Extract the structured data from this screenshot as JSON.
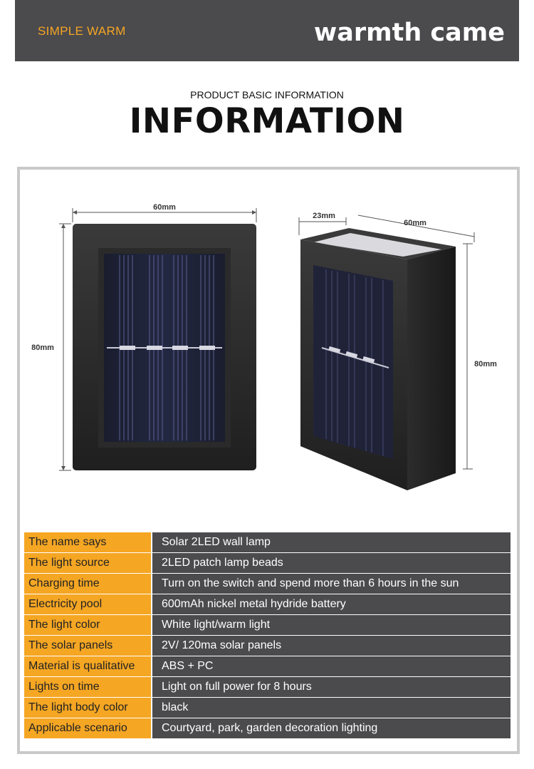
{
  "header": {
    "brand": "SIMPLE WARM",
    "slogan": "warmth came"
  },
  "section": {
    "subtitle": "PRODUCT BASIC INFORMATION",
    "title": "INFORMATION"
  },
  "dimensions": {
    "front_width": "60mm",
    "front_height": "80mm",
    "side_depth": "23mm",
    "side_width": "60mm",
    "side_height": "80mm"
  },
  "specs": [
    {
      "key": "The name says",
      "value": "Solar 2LED wall lamp"
    },
    {
      "key": "The light source",
      "value": " 2LED patch lamp beads"
    },
    {
      "key": "Charging time",
      "value": "Turn on the switch and spend more than 6 hours in the sun"
    },
    {
      "key": "Electricity pool",
      "value": "600mAh nickel metal hydride battery"
    },
    {
      "key": "The light color",
      "value": "White light/warm light"
    },
    {
      "key": "The solar panels",
      "value": "2V/ 120ma solar panels"
    },
    {
      "key": "Material is qualitative",
      "value": "ABS + PC"
    },
    {
      "key": "Lights on time",
      "value": "Light on full power for 8 hours"
    },
    {
      "key": "The light body color",
      "value": "black"
    },
    {
      "key": "Applicable scenario",
      "value": "Courtyard, park, garden decoration lighting"
    }
  ],
  "colors": {
    "accent": "#f5a623",
    "dark": "#4b4a4d",
    "frame": "#c9c9c9"
  }
}
